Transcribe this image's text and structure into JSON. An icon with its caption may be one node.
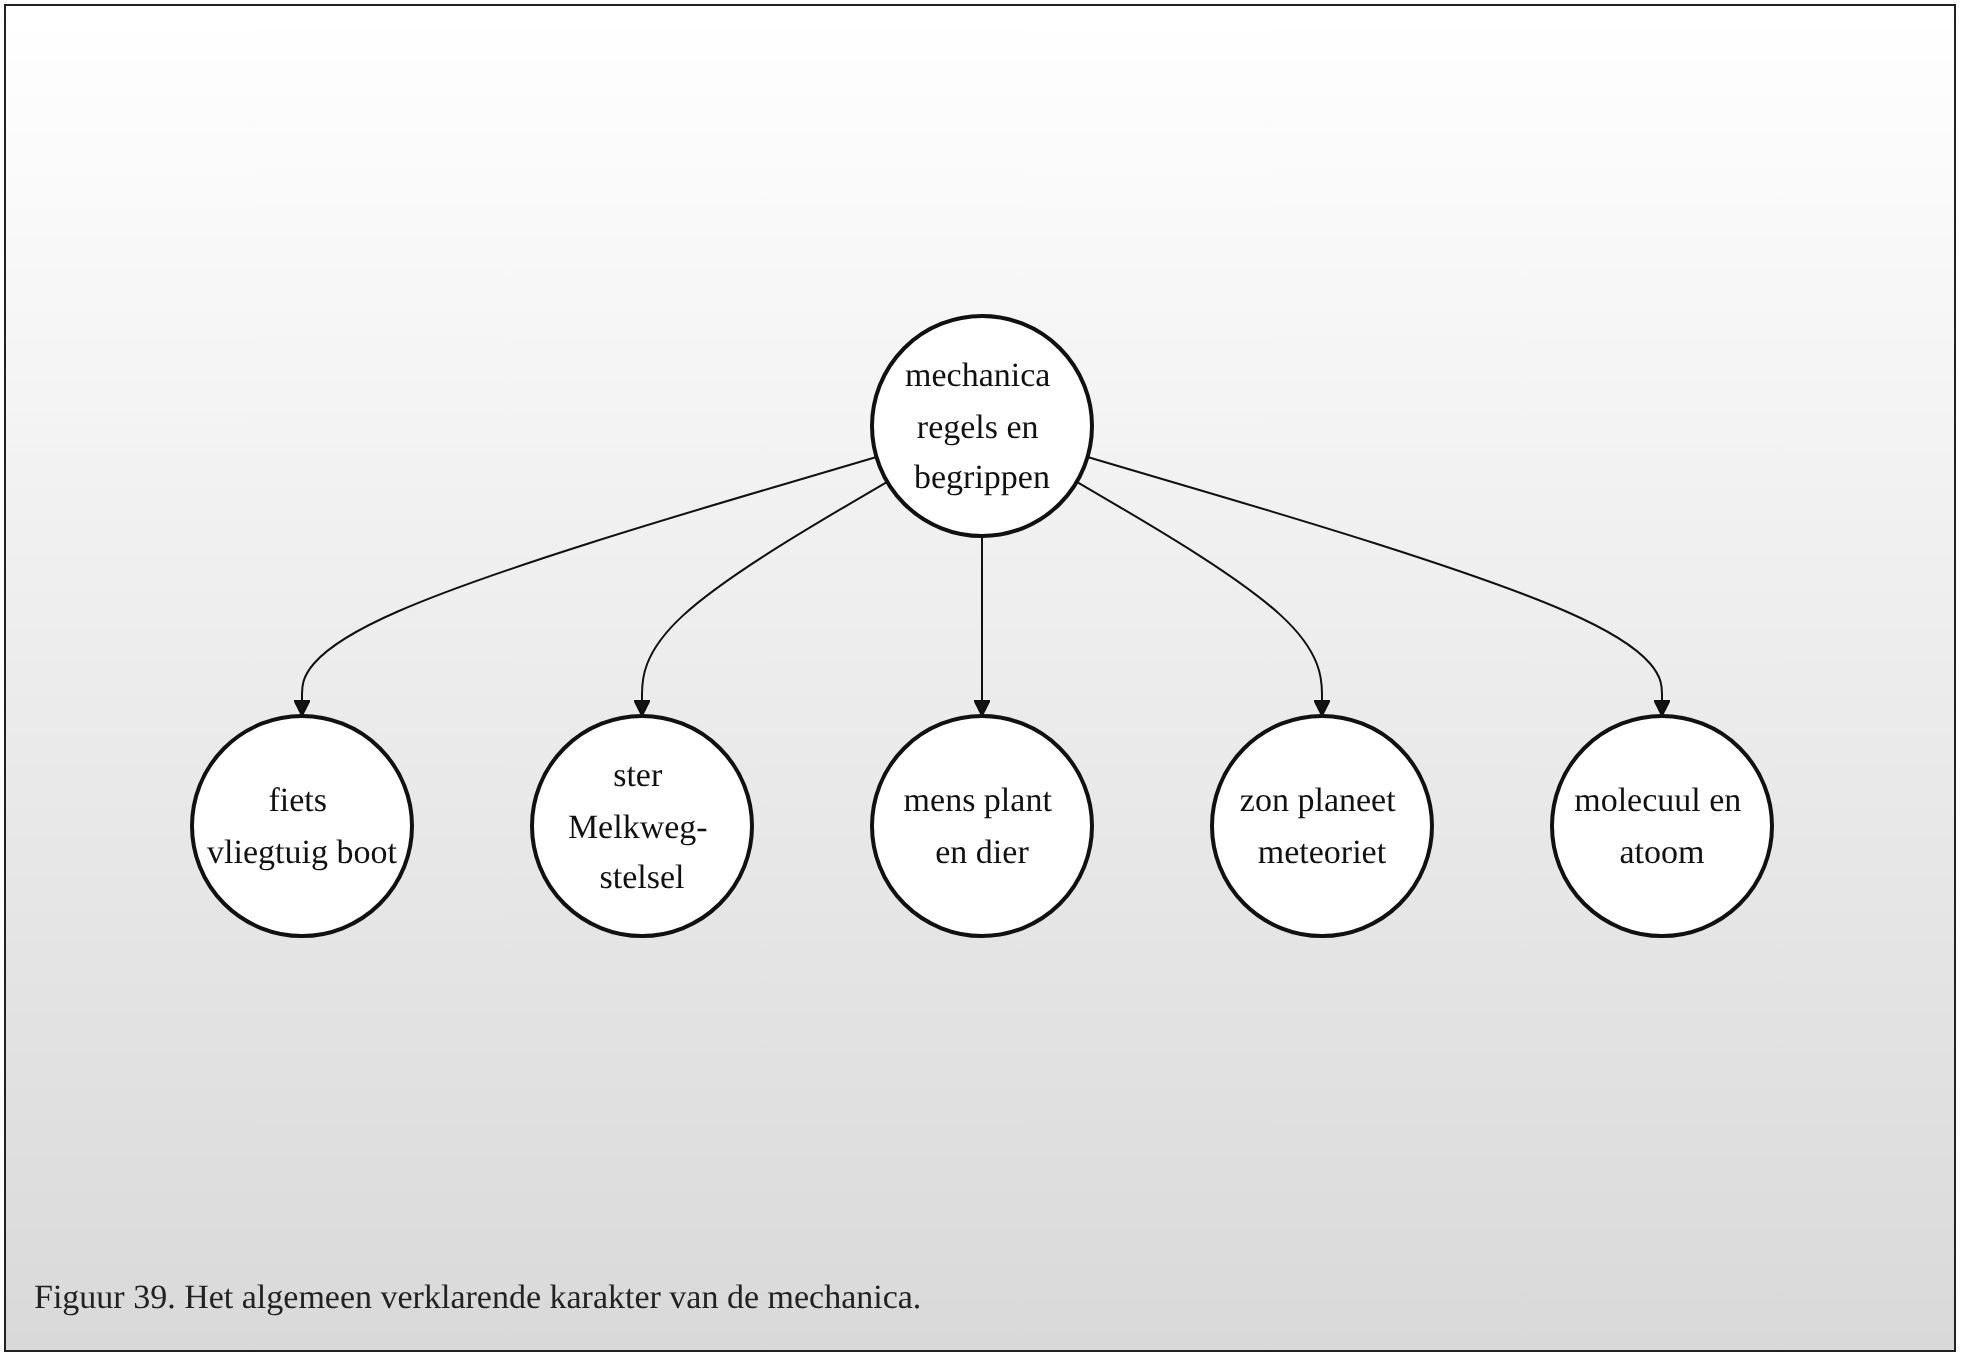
{
  "diagram": {
    "caption": "Figuur 39. Het algemeen verklarende karakter van de mechanica.",
    "nodes": [
      {
        "text": [
          "fiets vliegtuig boot"
        ]
      },
      {
        "text": [
          "ster Melkweg- stelsel"
        ]
      },
      {
        "text": [
          "mens plant en dier"
        ]
      },
      {
        "text": [
          "mechanica regels en begrippen"
        ]
      },
      {
        "text": [
          "zon planeet meteoriet"
        ]
      },
      {
        "text": [
          "molecuul en atoom"
        ]
      }
    ],
    "edges": [
      {
        "from": 3,
        "to": 0,
        "arrow": "to"
      },
      {
        "from": 3,
        "to": 1,
        "arrow": "to"
      },
      {
        "from": 3,
        "to": 2,
        "arrow": "to"
      },
      {
        "from": 3,
        "to": 4,
        "arrow": "to"
      },
      {
        "from": 3,
        "to": 5,
        "arrow": "to"
      }
    ]
  }
}
